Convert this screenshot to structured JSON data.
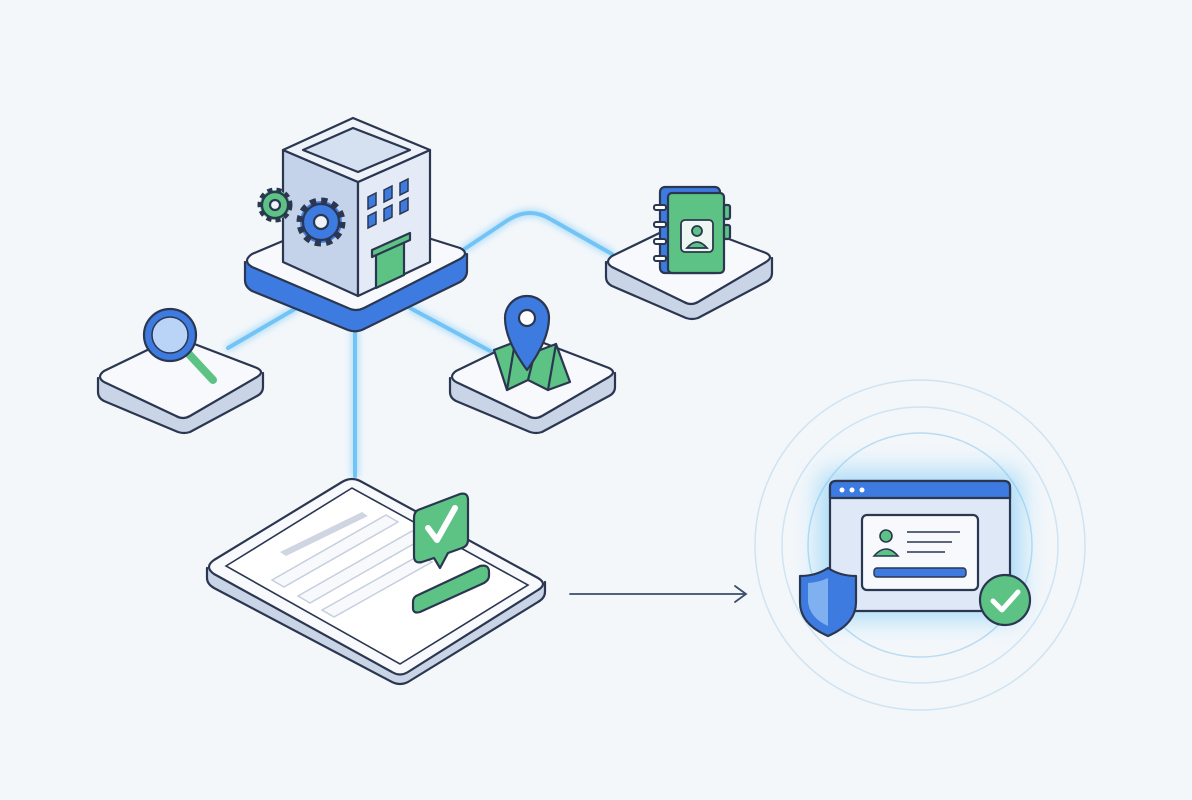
{
  "illustration": {
    "colors": {
      "background": "#f3f7fa",
      "outline": "#2b3650",
      "accent_blue": "#3d7be0",
      "glow_blue": "#72c4f6",
      "accent_green": "#5cc384",
      "platform_top": "#f7f9fc",
      "platform_side": "#c9d4e6"
    },
    "nodes": [
      {
        "id": "hub",
        "icon": "office-building-with-gears-icon"
      },
      {
        "id": "search",
        "icon": "magnifying-glass-icon"
      },
      {
        "id": "location",
        "icon": "map-pin-icon"
      },
      {
        "id": "contacts",
        "icon": "address-book-icon"
      },
      {
        "id": "form",
        "icon": "tablet-form-with-checkmark-icon"
      },
      {
        "id": "verified-profile",
        "icon": "browser-profile-card-shield-check-icon"
      }
    ]
  }
}
